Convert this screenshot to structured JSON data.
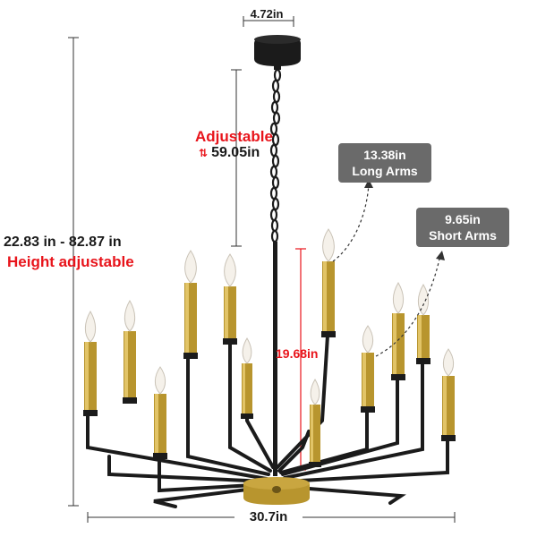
{
  "colors": {
    "accent_red": "#e8141b",
    "metal_black": "#1b1b1b",
    "brass": "#b8952e",
    "badge_gray": "#6a6a6a"
  },
  "dimensions": {
    "canopy_width": "4.72in",
    "adjustable_label": "Adjustable",
    "adjustable_icon": "up-down-arrows-icon",
    "adjustable_value": "59.05in",
    "height_range": "22.83 in - 82.87 in",
    "height_note": "Height adjustable",
    "inner_height": "19.68in",
    "total_width": "30.7in"
  },
  "badges": {
    "long_arms": {
      "value": "13.38in",
      "label": "Long Arms"
    },
    "short_arms": {
      "value": "9.65in",
      "label": "Short Arms"
    }
  }
}
